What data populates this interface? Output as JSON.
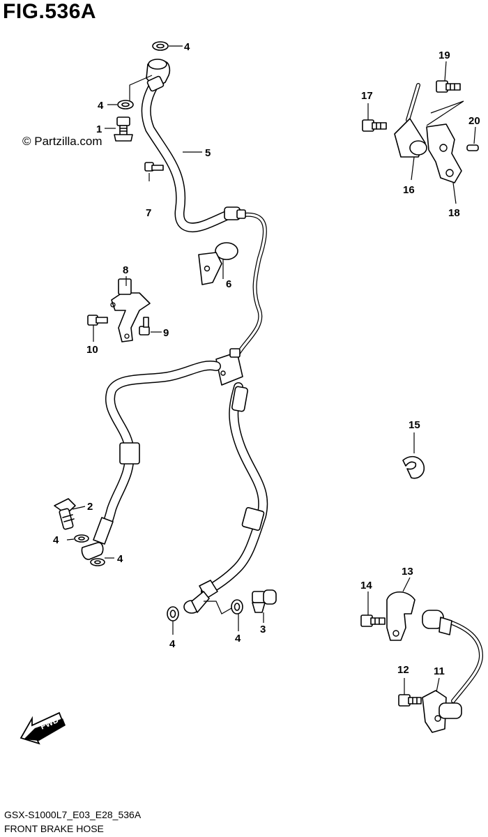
{
  "header": {
    "fig_title": "FIG.536A"
  },
  "watermark": "© Partzilla.com",
  "footer": {
    "code": "GSX-S1000L7_E03_E28_536A",
    "title": "FRONT BRAKE HOSE"
  },
  "callouts": {
    "c1": "1",
    "c2": "2",
    "c3": "3",
    "c4a": "4",
    "c4b": "4",
    "c4c": "4",
    "c4d": "4",
    "c4e": "4",
    "c4f": "4",
    "c5": "5",
    "c6": "6",
    "c7": "7",
    "c8": "8",
    "c9": "9",
    "c10": "10",
    "c11": "11",
    "c12": "12",
    "c13": "13",
    "c14": "14",
    "c15": "15",
    "c16": "16",
    "c17": "17",
    "c18": "18",
    "c19": "19",
    "c20": "20"
  },
  "fwd_label": "FWD"
}
